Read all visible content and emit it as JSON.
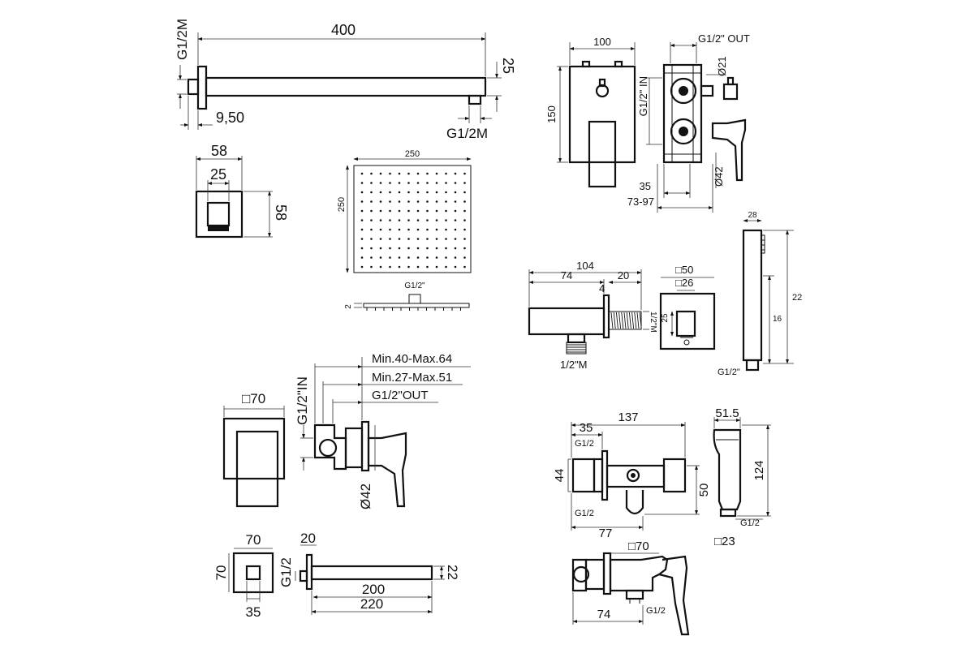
{
  "arm": {
    "length": "400",
    "thread_left": "G1/2M",
    "height": "25",
    "offset": "9,50",
    "thread_bottom": "G1/2M"
  },
  "flange": {
    "width": "58",
    "inner": "25",
    "height": "58"
  },
  "head": {
    "width": "250",
    "height": "250",
    "inlet": "G1/2\"",
    "thickness": "2"
  },
  "mixer_box": {
    "width": "100",
    "out": "G1/2\" OUT",
    "height": "150",
    "inlet": "G1/2\" IN",
    "dia_top": "Ø21",
    "dia_bottom": "Ø42",
    "depth": "35",
    "range": "73-97"
  },
  "wall_outlet": {
    "total": "104",
    "body": "74",
    "thread_len": "20",
    "wall": "4",
    "thread": "1/2\"M",
    "bottom": "1/2\"M"
  },
  "outlet_plate": {
    "outer": "□50",
    "inner": "□26",
    "height": "25"
  },
  "handshower": {
    "width": "28",
    "total": "22",
    "handle": "16",
    "thread": "G1/2\""
  },
  "single_mixer": {
    "plate": "□70",
    "inlet": "G1/2\"IN",
    "max": "Min.40-Max.64",
    "min": "Min.27-Max.51",
    "out": "G1/2\"OUT",
    "dia": "Ø42"
  },
  "spout": {
    "plate_w": "70",
    "plate_h": "70",
    "plate_inner": "35",
    "wall": "20",
    "thread": "G1/2",
    "height": "22",
    "reach": "200",
    "total": "220"
  },
  "bidet_valve": {
    "length": "137",
    "body": "35",
    "thread_top": "G1/2",
    "height": "44",
    "thread_bottom": "G1/2",
    "depth": "77",
    "holder": "50"
  },
  "bidet_shower": {
    "width": "51.5",
    "height": "124",
    "thread": "G1/2",
    "base": "□23"
  },
  "bidet_mixer": {
    "plate": "□70",
    "thread": "G1/2",
    "depth": "74"
  }
}
